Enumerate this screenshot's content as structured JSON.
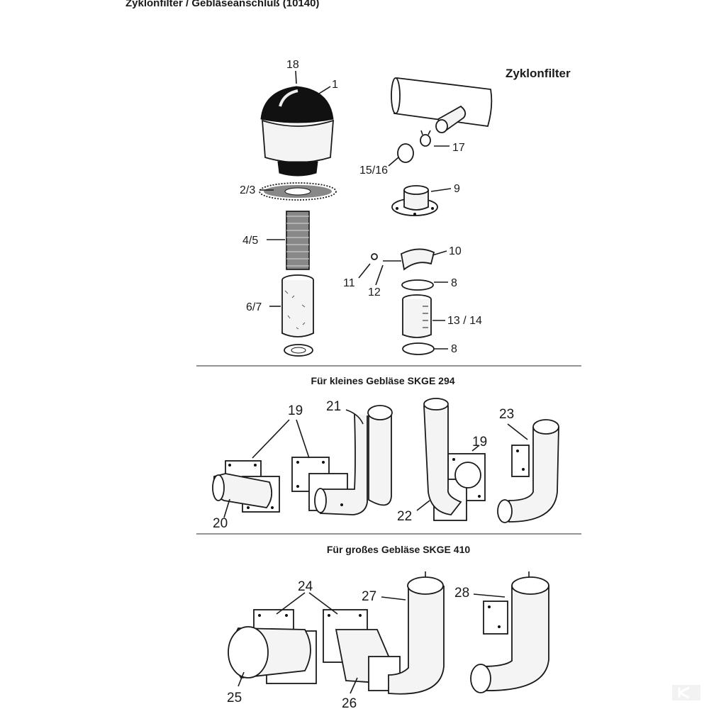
{
  "title": "Zyklonfilter / Gebläseanschluß (10140)",
  "cyclone_section": {
    "title": "Zyklonfilter",
    "labels": {
      "p18": "18",
      "p1": "1",
      "p2_3": "2/3",
      "p4_5": "4/5",
      "p6_7": "6/7",
      "p17": "17",
      "p15_16": "15/16",
      "p9": "9",
      "p10": "10",
      "p11": "11",
      "p12": "12",
      "p8a": "8",
      "p13_14": "13 / 14",
      "p8b": "8"
    }
  },
  "small_blower": {
    "heading": "Für kleines Gebläse  SKGE 294",
    "labels": {
      "p19a": "19",
      "p21": "21",
      "p19b": "19",
      "p23": "23",
      "p20": "20",
      "p22": "22"
    }
  },
  "large_blower": {
    "heading": "Für großes Gebläse  SKGE 410",
    "labels": {
      "p24": "24",
      "p27": "27",
      "p28": "28",
      "p25": "25",
      "p26": "26"
    }
  }
}
